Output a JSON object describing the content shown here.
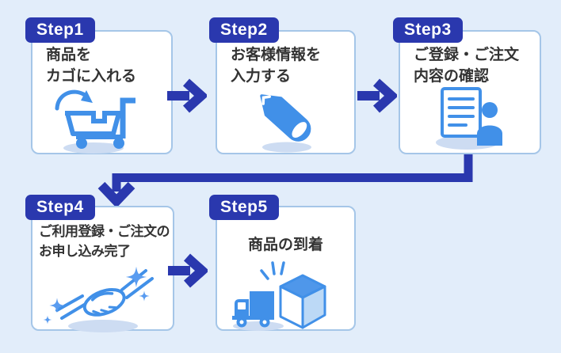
{
  "diagram": {
    "type": "process-flow",
    "language": "ja",
    "colors": {
      "background": "#e2edfa",
      "accent_navy": "#2a38ae",
      "icon_blue": "#4190e8",
      "icon_light_blue": "#bcd9f6",
      "box_border": "#a5c6e8",
      "box_background": "#ffffff",
      "shadow_ellipse": "#cddcf2",
      "text": "#333333",
      "badge_text": "#ffffff"
    },
    "steps": [
      {
        "badge": "Step1",
        "line1": "商品を",
        "line2": "カゴに入れる",
        "icon": "cart-icon"
      },
      {
        "badge": "Step2",
        "line1": "お客様情報を",
        "line2": "入力する",
        "icon": "pencil-icon"
      },
      {
        "badge": "Step3",
        "line1": "ご登録・ご注文",
        "line2": "内容の確認",
        "icon": "document-person-icon"
      },
      {
        "badge": "Step4",
        "line1": "ご利用登録・ご注文の",
        "line2": "お申し込み完了",
        "icon": "handshake-icon"
      },
      {
        "badge": "Step5",
        "line1": "商品の到着",
        "line2": "",
        "icon": "truck-box-icon"
      }
    ],
    "flow": [
      "Step1 → Step2",
      "Step2 → Step3",
      "Step3 ↓→ Step4",
      "Step4 → Step5"
    ]
  }
}
